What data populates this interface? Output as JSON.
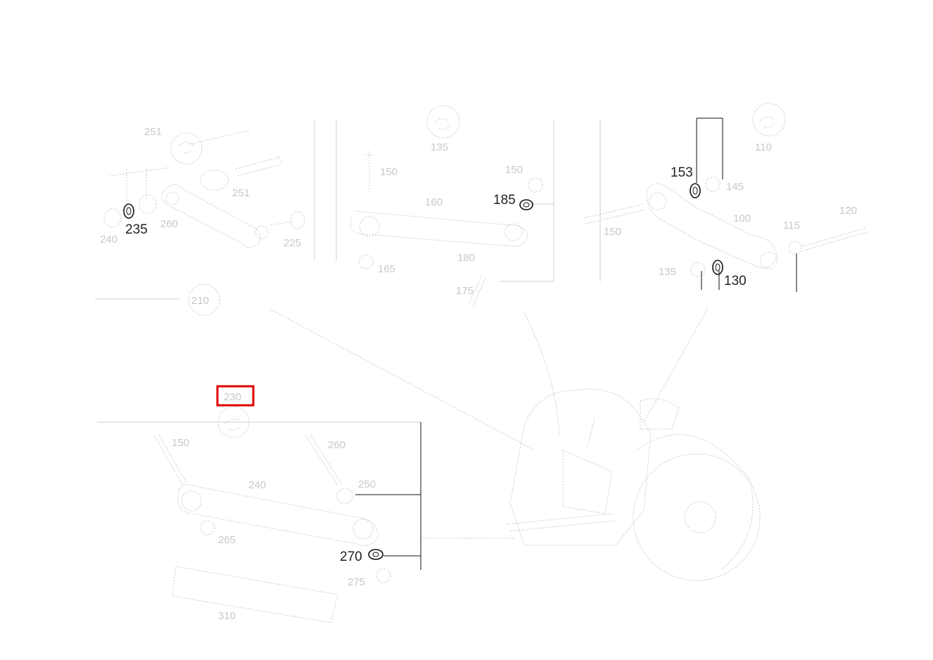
{
  "diagram": {
    "callouts": {
      "c235": "235",
      "c185": "185",
      "c153": "153",
      "c130": "130",
      "c270": "270"
    },
    "highlight_color": "#e00000",
    "line_color": "#111111",
    "faint_color": "#c9c9c9"
  }
}
